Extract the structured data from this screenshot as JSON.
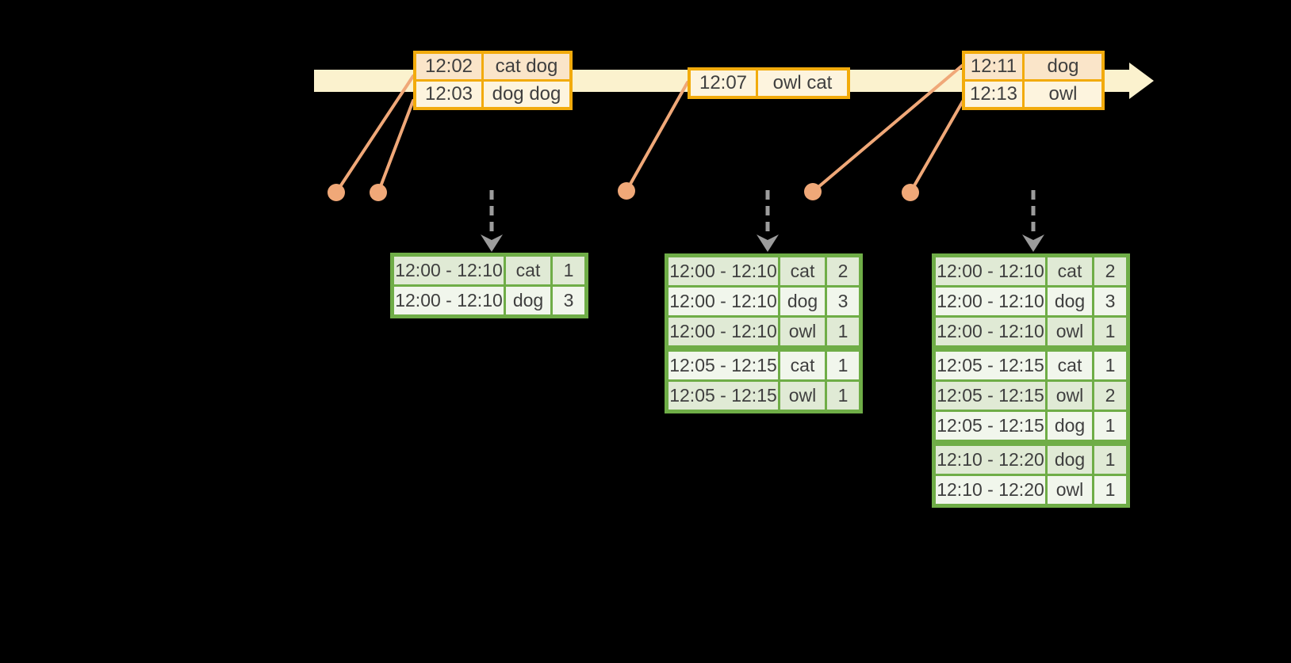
{
  "colors": {
    "background": "#000000",
    "timeline_band": "#FBF2CE",
    "event_border": "#F2AB0C",
    "event_fill_dark": "#FAE5C9",
    "event_fill_light": "#FDF4DE",
    "table_border": "#6FAD47",
    "table_cell_green": "#E0EAD5",
    "table_cell_light": "#F1F6EC",
    "connector": "#F0A878",
    "trigger_arrow": "#9C9C9C",
    "text": "#3F3F3F"
  },
  "timeline": {
    "events": [
      {
        "rows": [
          {
            "time": "12:02",
            "words": "cat dog"
          },
          {
            "time": "12:03",
            "words": "dog dog"
          }
        ]
      },
      {
        "rows": [
          {
            "time": "12:07",
            "words": "owl cat"
          }
        ]
      },
      {
        "rows": [
          {
            "time": "12:11",
            "words": "dog"
          },
          {
            "time": "12:13",
            "words": "owl"
          }
        ]
      }
    ]
  },
  "result_tables": [
    {
      "rows": [
        {
          "window": "12:00 - 12:10",
          "word": "cat",
          "count": "1"
        },
        {
          "window": "12:00 - 12:10",
          "word": "dog",
          "count": "3"
        }
      ]
    },
    {
      "rows": [
        {
          "window": "12:00 - 12:10",
          "word": "cat",
          "count": "2"
        },
        {
          "window": "12:00 - 12:10",
          "word": "dog",
          "count": "3"
        },
        {
          "window": "12:00 - 12:10",
          "word": "owl",
          "count": "1"
        },
        {
          "window": "12:05 - 12:15",
          "word": "cat",
          "count": "1"
        },
        {
          "window": "12:05 - 12:15",
          "word": "owl",
          "count": "1"
        }
      ]
    },
    {
      "rows": [
        {
          "window": "12:00 - 12:10",
          "word": "cat",
          "count": "2"
        },
        {
          "window": "12:00 - 12:10",
          "word": "dog",
          "count": "3"
        },
        {
          "window": "12:00 - 12:10",
          "word": "owl",
          "count": "1"
        },
        {
          "window": "12:05 - 12:15",
          "word": "cat",
          "count": "1"
        },
        {
          "window": "12:05 - 12:15",
          "word": "owl",
          "count": "2"
        },
        {
          "window": "12:05 - 12:15",
          "word": "dog",
          "count": "1"
        },
        {
          "window": "12:10 - 12:20",
          "word": "dog",
          "count": "1"
        },
        {
          "window": "12:10 - 12:20",
          "word": "owl",
          "count": "1"
        }
      ]
    }
  ]
}
